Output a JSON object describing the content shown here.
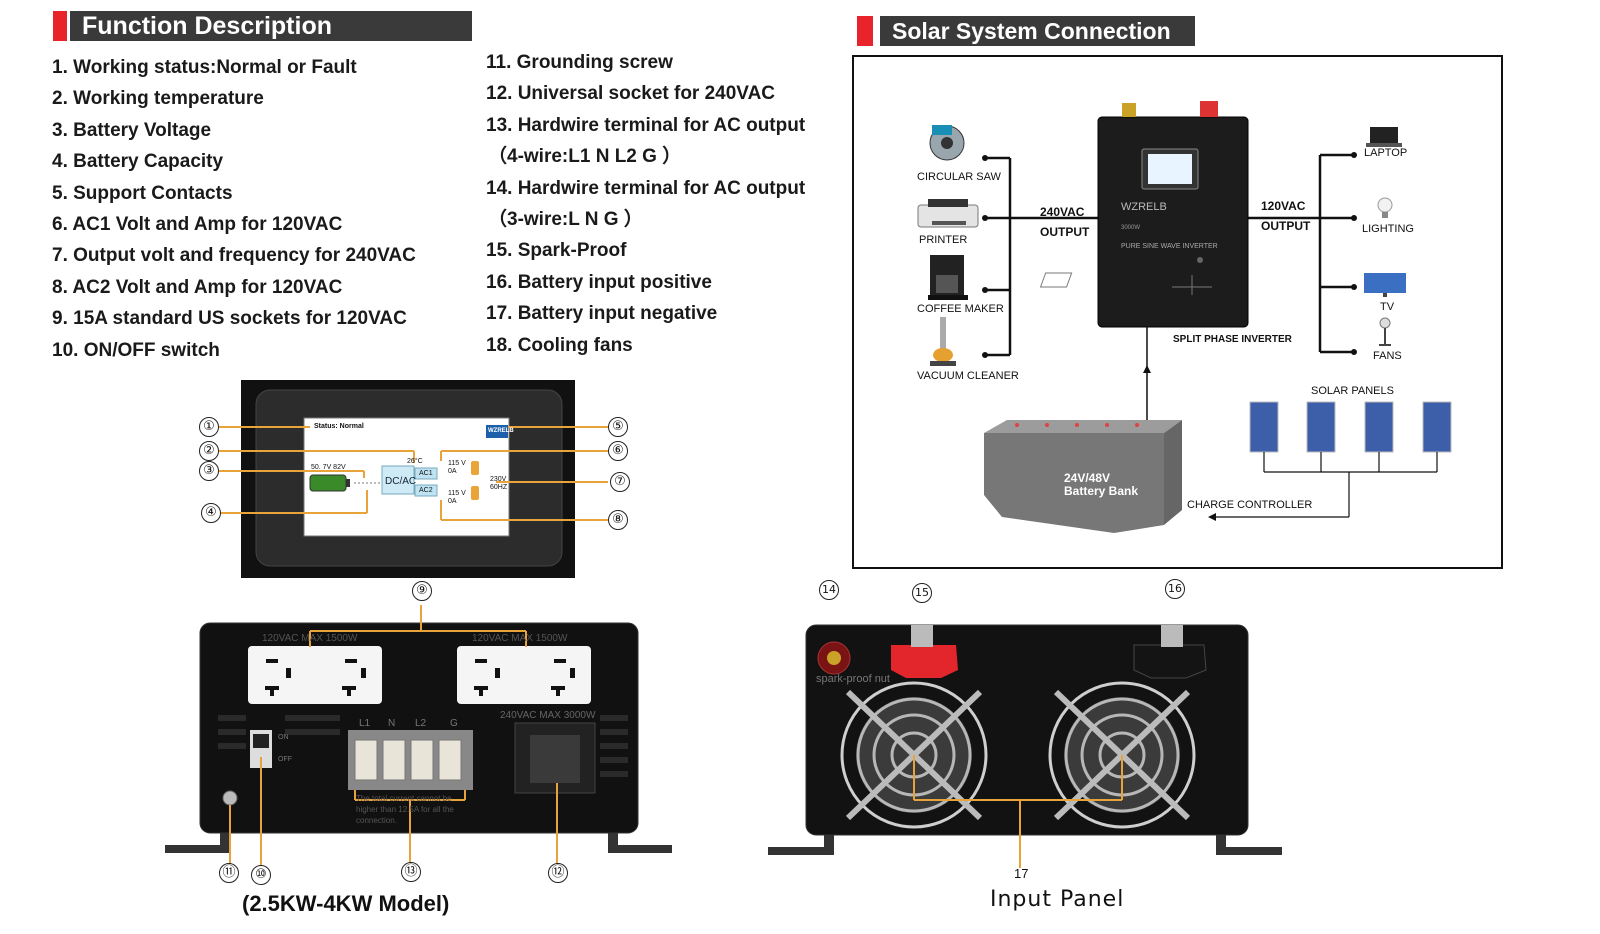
{
  "function_description": {
    "title": "Function Description",
    "items": [
      "1. Working status:Normal or Fault",
      "2. Working temperature",
      "3. Battery Voltage",
      "4. Battery Capacity",
      "5. Support Contacts",
      "6. AC1 Volt and Amp for 120VAC",
      "7. Output volt and frequency for 240VAC",
      "8. AC2 Volt and Amp for 120VAC",
      "9. 15A standard US sockets for 120VAC",
      "10. ON/OFF switch",
      "11. Grounding screw",
      "12. Universal socket for 240VAC",
      "13. Hardwire terminal for AC output",
      "（4-wire:L1 N L2 G ）",
      "14. Hardwire terminal for AC output",
      "（3-wire:L N G ）",
      "15. Spark-Proof",
      "16. Battery input positive",
      "17. Battery input negative",
      "18. Cooling fans"
    ]
  },
  "solar": {
    "title": "Solar System Connection",
    "loads_left": [
      "CIRCULAR SAW",
      "PRINTER",
      "COFFEE MAKER",
      "VACUUM CLEANER"
    ],
    "output_left": "240VAC\nOUTPUT",
    "output_left_line1": "240VAC",
    "output_left_line2": "OUTPUT",
    "output_right_line1": "120VAC",
    "output_right_line2": "OUTPUT",
    "loads_right": [
      "LAPTOP",
      "LIGHTING",
      "TV",
      "FANS"
    ],
    "inverter_brand": "WZRELB",
    "inverter_power": "3000W",
    "inverter_type": "PURE SINE WAVE INVERTER",
    "inverter_caption": "SPLIT PHASE INVERTER",
    "solar_panels": "SOLAR PANELS",
    "battery_line1": "24V/48V",
    "battery_line2": "Battery Bank",
    "charge_controller": "CHARGE CONTROLLER"
  },
  "display": {
    "status": "Status:  Normal",
    "temp": "26°C",
    "batt_scale": "50.  7V   82V",
    "dcac": "DC/AC",
    "ac1": "AC1",
    "ac2": "AC2",
    "v1": "115 V",
    "a1": "0A",
    "v2": "115 V",
    "a2": "0A",
    "out_v": "230V",
    "out_f": "60HZ",
    "logo": "WZRELB"
  },
  "front_panel": {
    "socket1_label": "120VAC MAX 1500W",
    "socket2_label": "120VAC MAX 1500W",
    "universal_label": "240VAC MAX 3000W",
    "terminals": [
      "L1",
      "N",
      "L2",
      "G"
    ],
    "switch_on": "ON",
    "switch_off": "OFF",
    "warning": "The total current cannot be higher than 12.5A for all the connection.",
    "model": "(2.5KW-4KW Model)"
  },
  "rear_panel": {
    "spark_label": "spark-proof nut",
    "title": "Input Panel"
  },
  "callouts": [
    "①",
    "②",
    "③",
    "④",
    "⑤",
    "⑥",
    "⑦",
    "⑧",
    "⑨",
    "⑩",
    "⑪",
    "⑫",
    "⑬",
    "14",
    "15",
    "16",
    "17"
  ],
  "colors": {
    "accent_red": "#e8232a",
    "header_bg": "#3a3a3a",
    "callout_line": "#e8a33a"
  }
}
